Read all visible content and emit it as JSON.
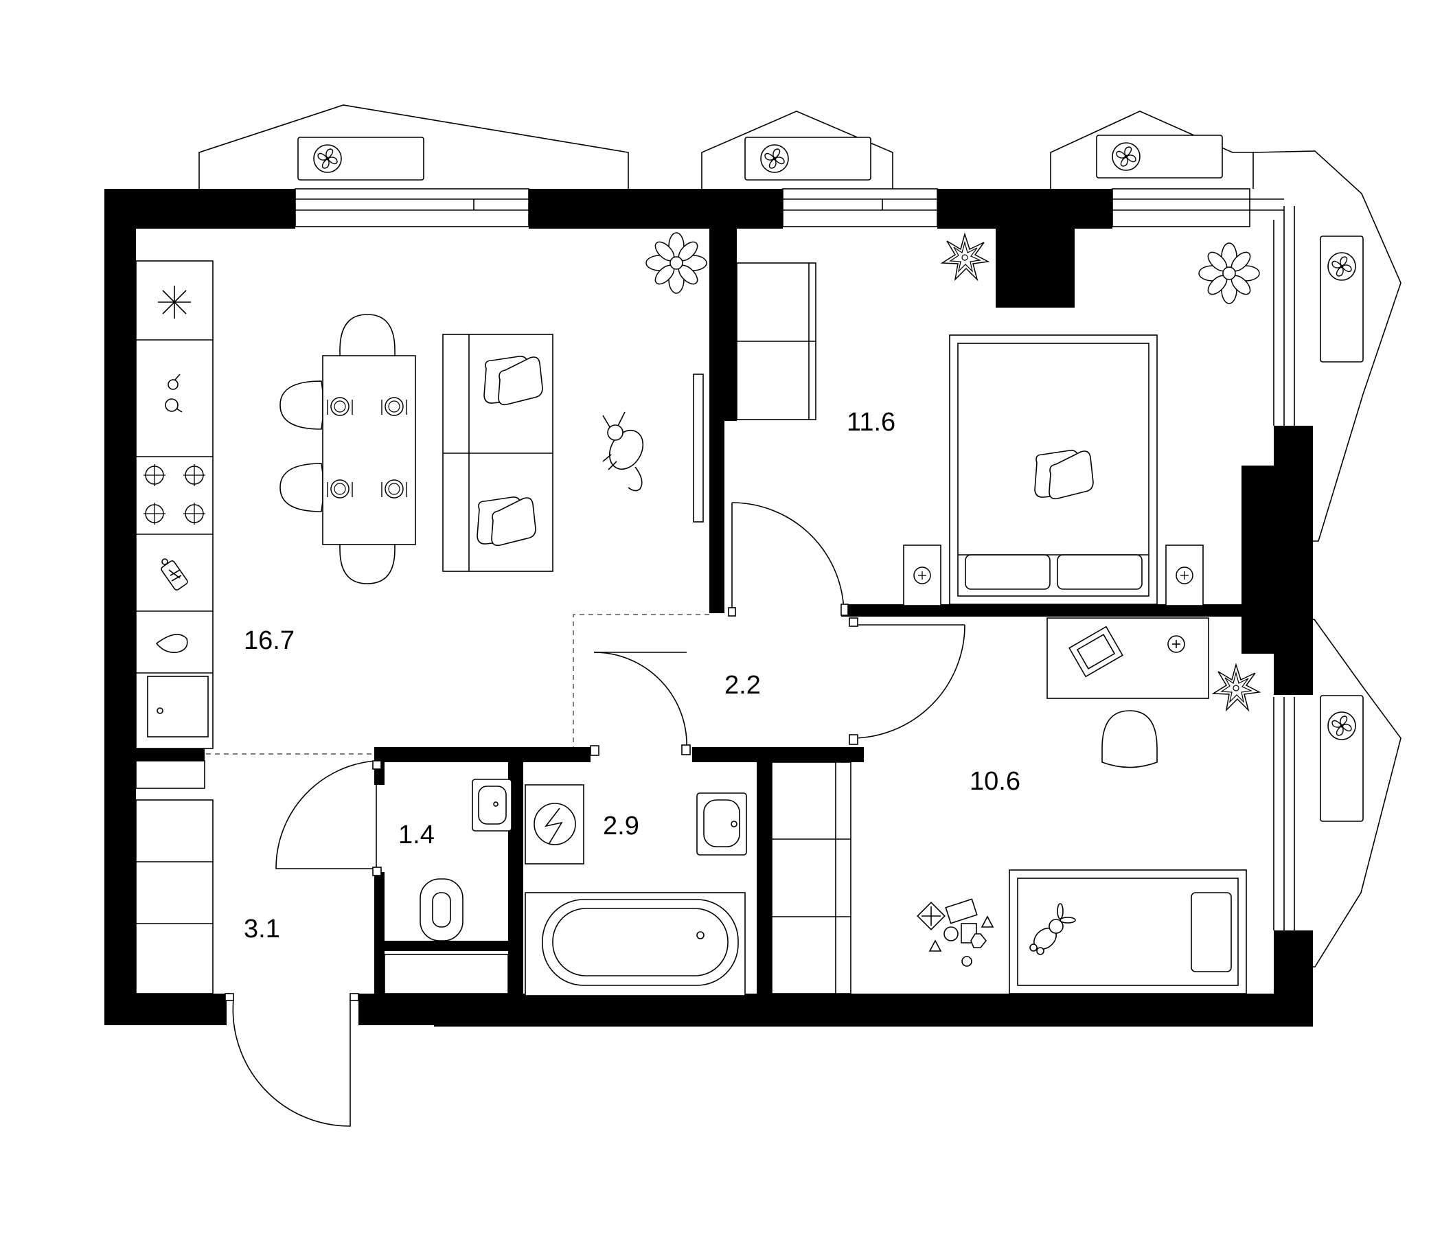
{
  "plan": {
    "rooms": [
      {
        "id": "living-kitchen",
        "area": "16.7"
      },
      {
        "id": "bedroom",
        "area": "11.6"
      },
      {
        "id": "hall",
        "area": "2.2"
      },
      {
        "id": "kids-room",
        "area": "10.6"
      },
      {
        "id": "bathroom",
        "area": "2.9"
      },
      {
        "id": "toilet",
        "area": "1.4"
      },
      {
        "id": "entrance",
        "area": "3.1"
      }
    ],
    "icons": [
      "fan-icon",
      "snowflake-icon",
      "stove-icon",
      "plant-icon",
      "cat-icon",
      "pillow-icon",
      "laptop-icon",
      "sink-icon",
      "toilet-icon",
      "bathtub-icon",
      "washing-machine-icon",
      "teddy-bunny-icon",
      "toy-blocks-icon"
    ],
    "colors": {
      "wall": "#000000",
      "background": "#ffffff",
      "line": "#000000"
    }
  }
}
